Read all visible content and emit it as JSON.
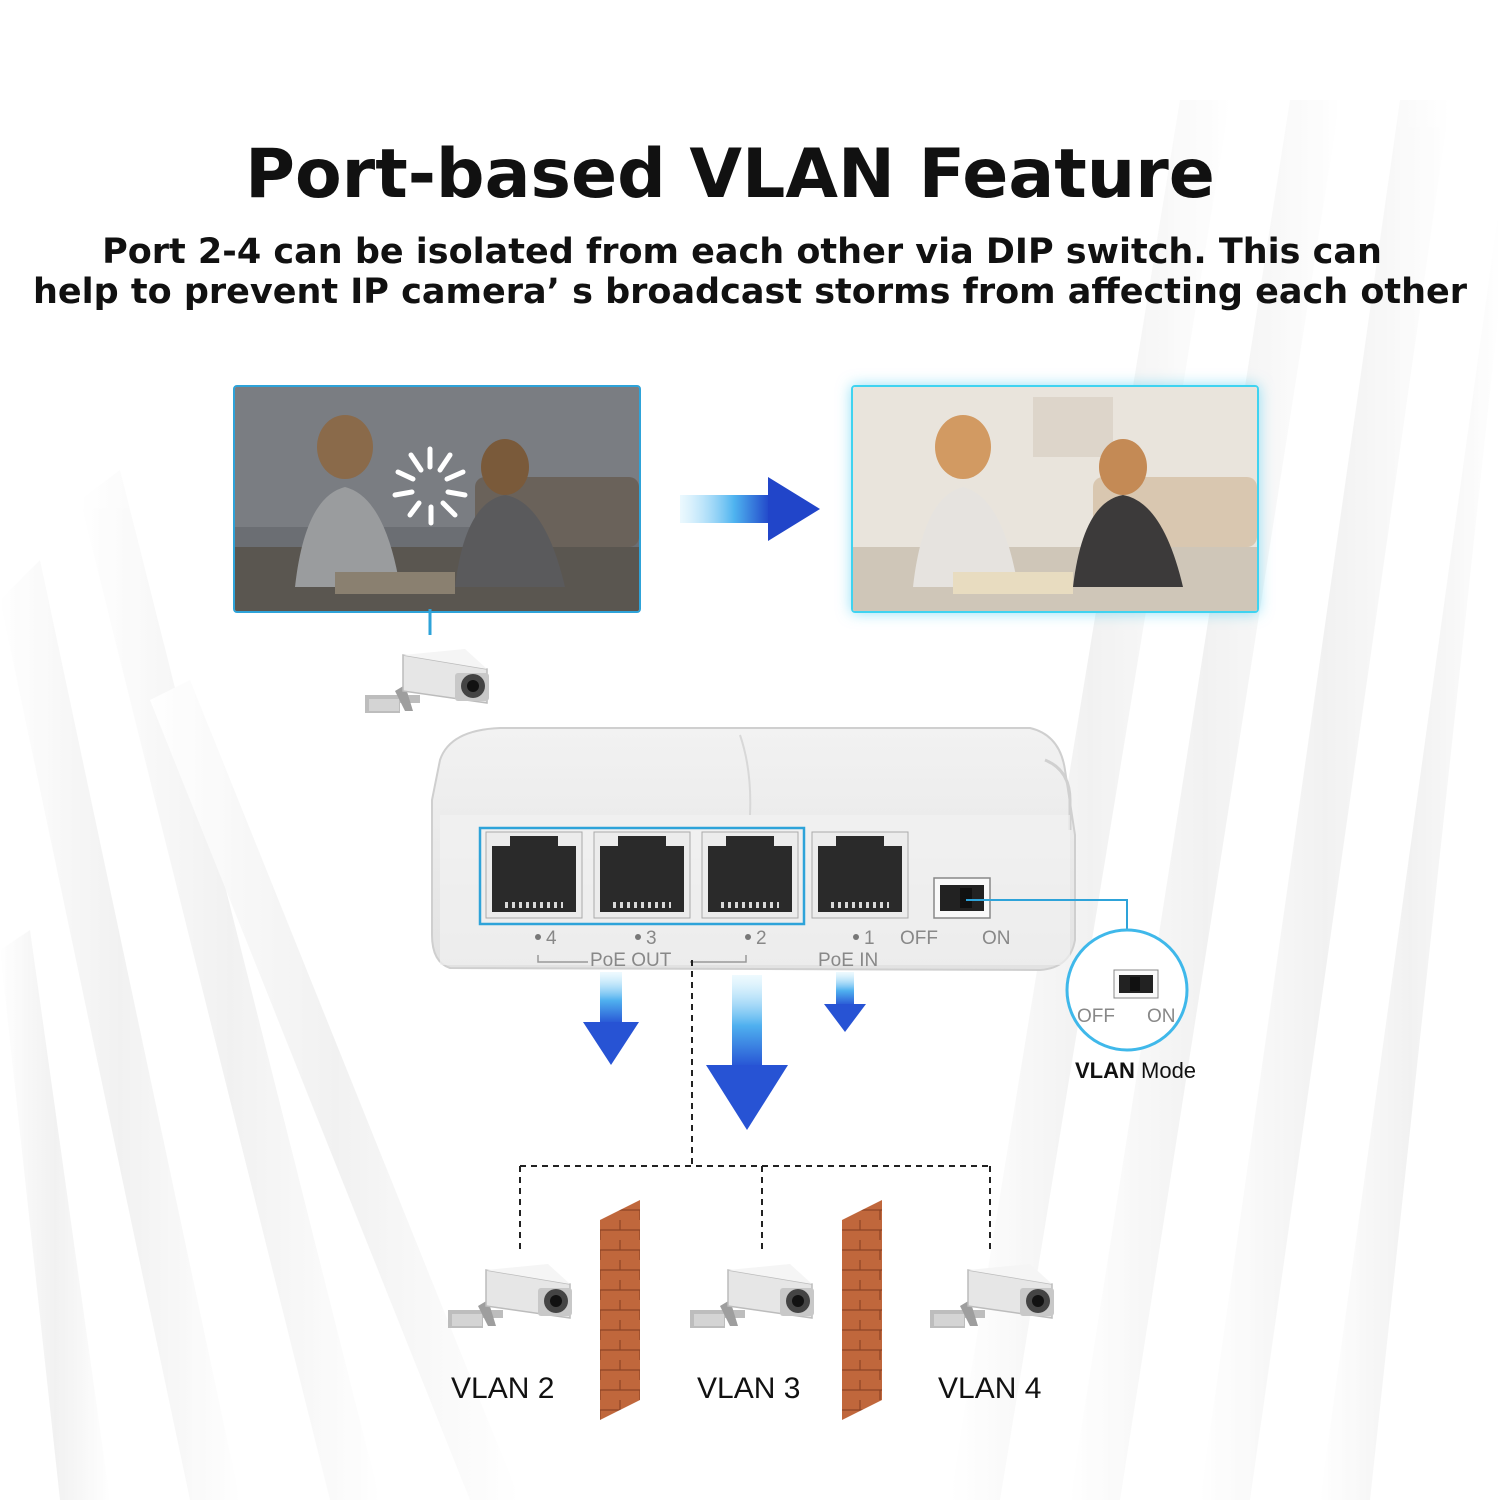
{
  "header": {
    "title": "Port-based VLAN Feature",
    "subtitle_line1": "Port 2-4 can be isolated from each other via DIP switch. This can",
    "subtitle_line2": "help to prevent IP camera’ s broadcast storms from affecting each other"
  },
  "switch": {
    "port_labels": [
      "4",
      "3",
      "2",
      "1"
    ],
    "poe_out_label": "PoE  OUT",
    "poe_in_label": "PoE  IN",
    "dip_off": "OFF",
    "dip_on": "ON"
  },
  "dip_zoom": {
    "off": "OFF",
    "on": "ON",
    "mode_label_bold": "VLAN",
    "mode_label_rest": " Mode"
  },
  "cameras": [
    {
      "label": "VLAN 2"
    },
    {
      "label": "VLAN 3"
    },
    {
      "label": "VLAN 4"
    }
  ],
  "colors": {
    "highlight_blue": "#2ea3d9",
    "arrow_blue": "#2f6bd8",
    "wall_brick": "#c0673c"
  }
}
